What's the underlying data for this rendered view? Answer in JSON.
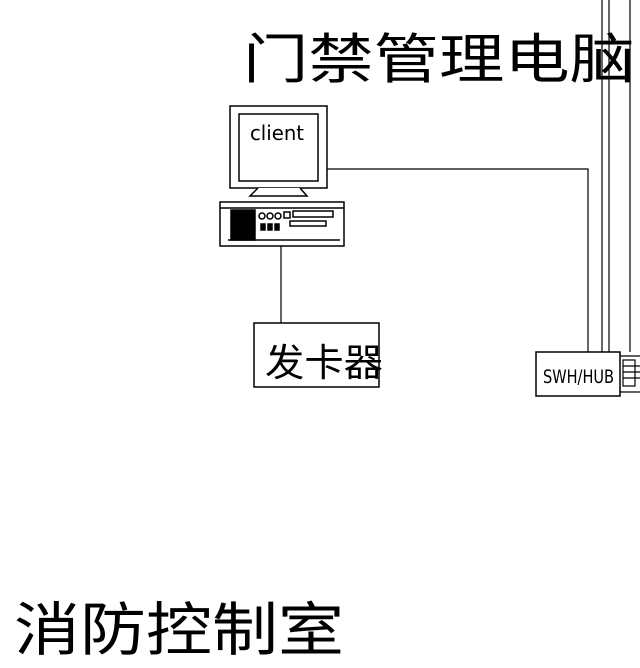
{
  "title": "门禁管理电脑",
  "computer": {
    "screen_label": "client"
  },
  "card_issuer": {
    "label": "发卡器"
  },
  "switch": {
    "label": "SWH/HUB"
  },
  "room_label": "消防控制室",
  "colors": {
    "line": "#000000",
    "background": "#ffffff"
  }
}
